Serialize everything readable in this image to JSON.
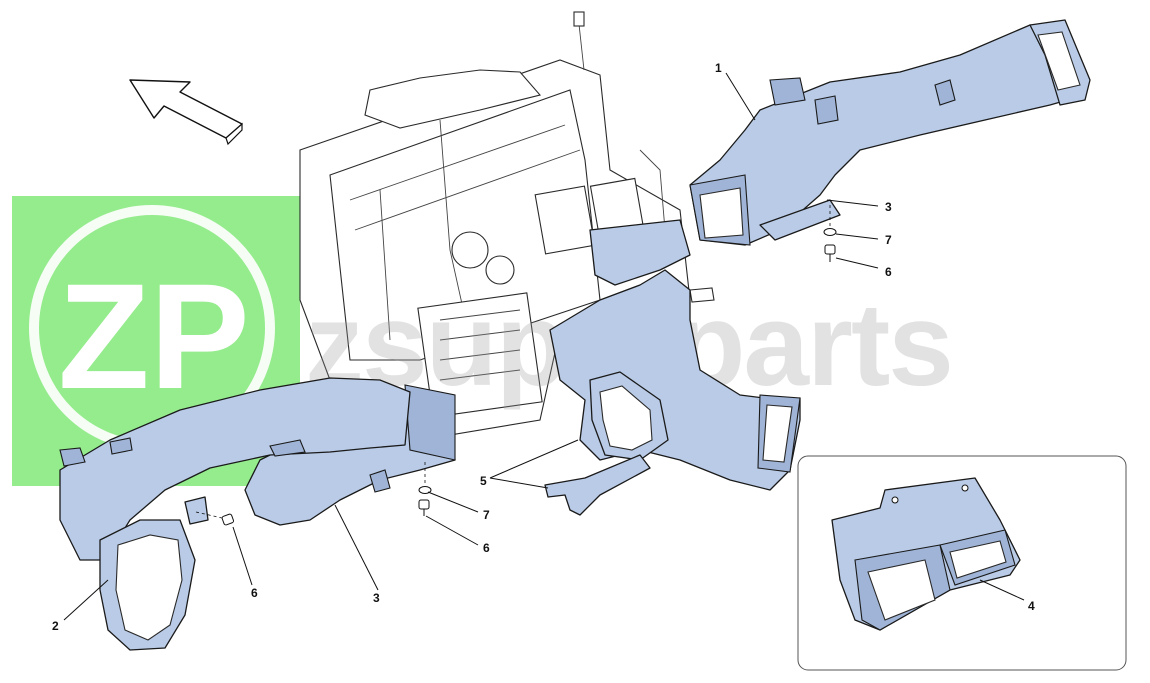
{
  "watermark": {
    "logo_text": "ZP",
    "brand_text": "zsuperparts",
    "logo_color": "#3ddc2e"
  },
  "part_fill_color": "#b9cbe6",
  "direction_arrow": "forward-arrow",
  "callouts": {
    "c1": "1",
    "c2": "2",
    "c3_upper": "3",
    "c3_lower": "3",
    "c4": "4",
    "c5": "5",
    "c6_upper": "6",
    "c6_mid": "6",
    "c6_left": "6",
    "c7_upper": "7",
    "c7_mid": "7"
  }
}
